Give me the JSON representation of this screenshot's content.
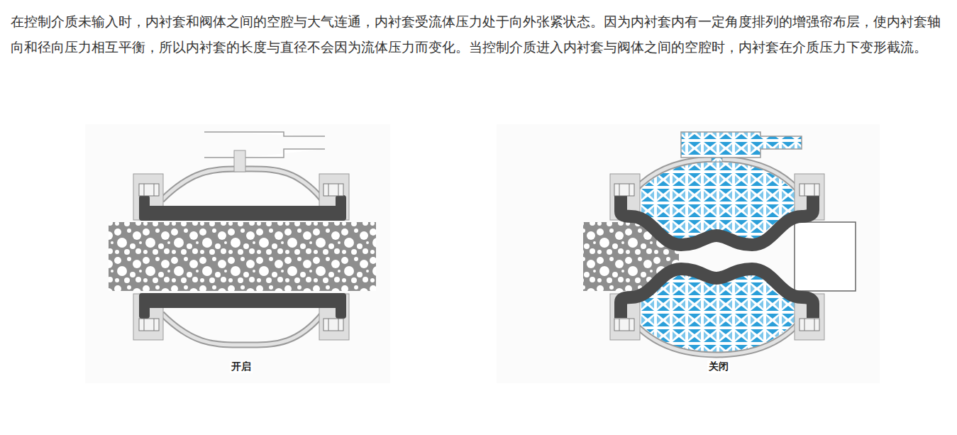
{
  "diagram": {
    "labels": [
      "在控制介质未输入时，内衬套和阀体之间的空腔与大气连通，内衬套受流体压力处于向外张紧状态。因为内衬套内有一定角度排列的增强帘布层，使内衬套轴向和径向压力相互平衡，所以内衬套的长度与直径不会因为流体压力而变化。当控制介质进入内衬套与阀体之间的空腔时，内衬套在介质压力下变形截流。",
      "开启",
      "关闭"
    ]
  }
}
